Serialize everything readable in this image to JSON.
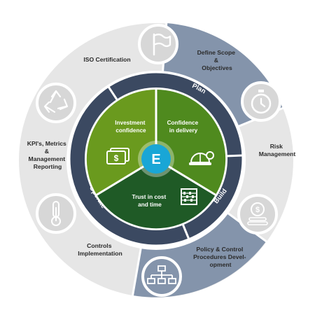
{
  "center": {
    "logo": "E"
  },
  "core_segments": [
    {
      "label_lines": [
        "Investment",
        "confidence"
      ],
      "icon": "money-bills-icon",
      "color": "#6a9a1e"
    },
    {
      "label_lines": [
        "Confidence",
        "in delivery"
      ],
      "icon": "hard-hat-gear-icon",
      "color": "#4f8a1e"
    },
    {
      "label_lines": [
        "Trust in cost",
        "and time"
      ],
      "icon": "abacus-icon",
      "color": "#1f5a26"
    }
  ],
  "phase_ring": {
    "color": "#3b4961",
    "labels": [
      "Plan",
      "Build",
      "Operate"
    ]
  },
  "outer_ring": {
    "light_color": "#e6e6e6",
    "dark_color": "#8494ab",
    "items": [
      {
        "label_lines": [
          "ISO Certification"
        ],
        "icon": "flag-icon"
      },
      {
        "label_lines": [
          "Define Scope",
          "&",
          "Objectives"
        ],
        "icon": "stopwatch-icon"
      },
      {
        "label_lines": [
          "Risk",
          "Management"
        ],
        "icon": ""
      },
      {
        "label_lines": [
          "Policy & Control",
          "Procedures Devel-",
          "opment"
        ],
        "icon": "coin-stack-icon"
      },
      {
        "label_lines": [
          "Controls",
          "Implementation"
        ],
        "icon": "org-chart-icon"
      },
      {
        "label_lines": [
          "KPI's, Metrics",
          "&",
          "Management",
          "Reporting"
        ],
        "icon": "thermometer-icon"
      }
    ],
    "cycle_icon": "recycle-icon"
  }
}
